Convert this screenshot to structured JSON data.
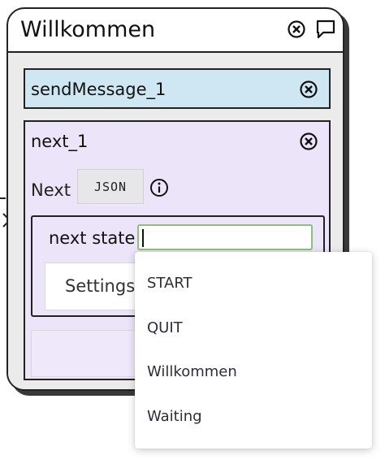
{
  "node": {
    "title": "Willkommen",
    "icons": {
      "close": "close-circle-icon",
      "comment": "comment-icon"
    }
  },
  "send_block": {
    "label": "sendMessage_1",
    "color": "#cfe7f3"
  },
  "next_block": {
    "label": "next_1",
    "color": "#ece4f8",
    "next_label": "Next",
    "json_button": "JSON",
    "next_state_label": "next state",
    "next_state_value": "",
    "settings_label": "Settings"
  },
  "dropdown": {
    "options": [
      "START",
      "QUIT",
      "Willkommen",
      "Waiting"
    ]
  },
  "colors": {
    "input_focus_border": "#8cc07c"
  }
}
